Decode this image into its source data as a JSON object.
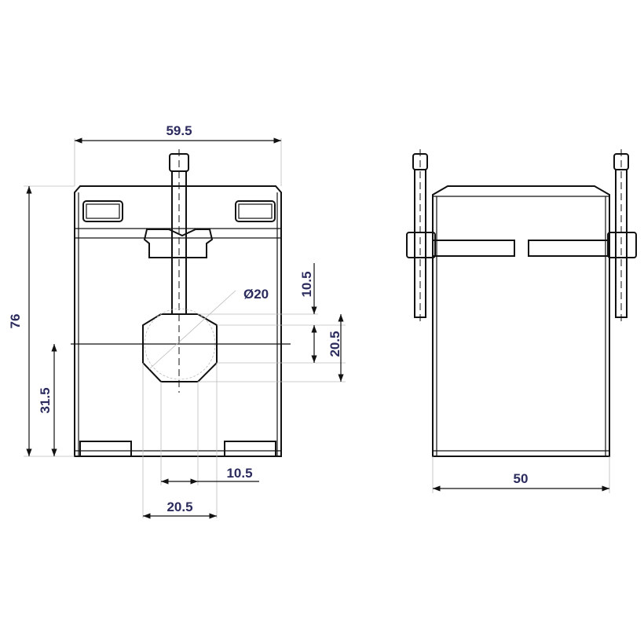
{
  "front_view": {
    "width_label": "59.5",
    "height_label": "76",
    "center_height_label": "31.5",
    "diameter_label": "Ø20",
    "window_offset_label": "10.5",
    "window_size_label": "20.5",
    "bottom_offset_label": "10.5",
    "bottom_size_label": "20.5"
  },
  "side_view": {
    "depth_label": "50"
  }
}
